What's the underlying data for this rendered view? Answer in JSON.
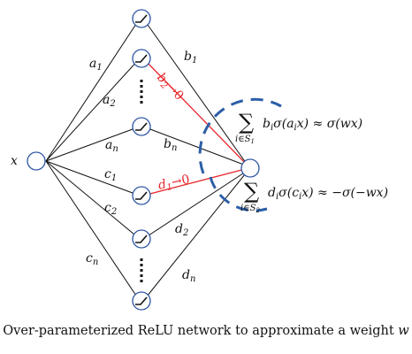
{
  "input_label": "x",
  "edge_labels": {
    "a1": {
      "base": "a",
      "sub": "1"
    },
    "a2": {
      "base": "a",
      "sub": "2"
    },
    "an": {
      "base": "a",
      "sub": "n"
    },
    "b1": {
      "base": "b",
      "sub": "1"
    },
    "bn": {
      "base": "b",
      "sub": "n"
    },
    "c1": {
      "base": "c",
      "sub": "1"
    },
    "c2": {
      "base": "c",
      "sub": "2"
    },
    "cn": {
      "base": "c",
      "sub": "n"
    },
    "d2": {
      "base": "d",
      "sub": "2"
    },
    "dn": {
      "base": "d",
      "sub": "n"
    }
  },
  "red_annotations": {
    "b2_to_zero": {
      "base": "b",
      "sub": "2",
      "arrow": "→",
      "target": "0"
    },
    "d1_to_zero": {
      "base": "d",
      "sub": "1",
      "arrow": "→",
      "target": "0"
    }
  },
  "equations": {
    "upper": {
      "sum": "∑",
      "index": "i∈S",
      "index_sub": "1",
      "body": "b",
      "body_sub": "i",
      "sigma_arg": "σ(a",
      "sigma_arg_sub": "i",
      "sigma_tail": "x) ≈ σ(wx)"
    },
    "lower": {
      "sum": "∑",
      "index": "i∈S",
      "index_sub": "2",
      "body": "d",
      "body_sub": "i",
      "sigma_arg": "σ(c",
      "sigma_arg_sub": "i",
      "sigma_tail": "x) ≈ −σ(−wx)"
    }
  },
  "caption": {
    "text": "Over-parameterized ReLU network to approximate a weight ",
    "variable": "w"
  },
  "colors": {
    "node_stroke": "#2c54a3",
    "edge": "#111111",
    "red_edge": "#e8262b",
    "dashed": "#2c5ea6"
  }
}
